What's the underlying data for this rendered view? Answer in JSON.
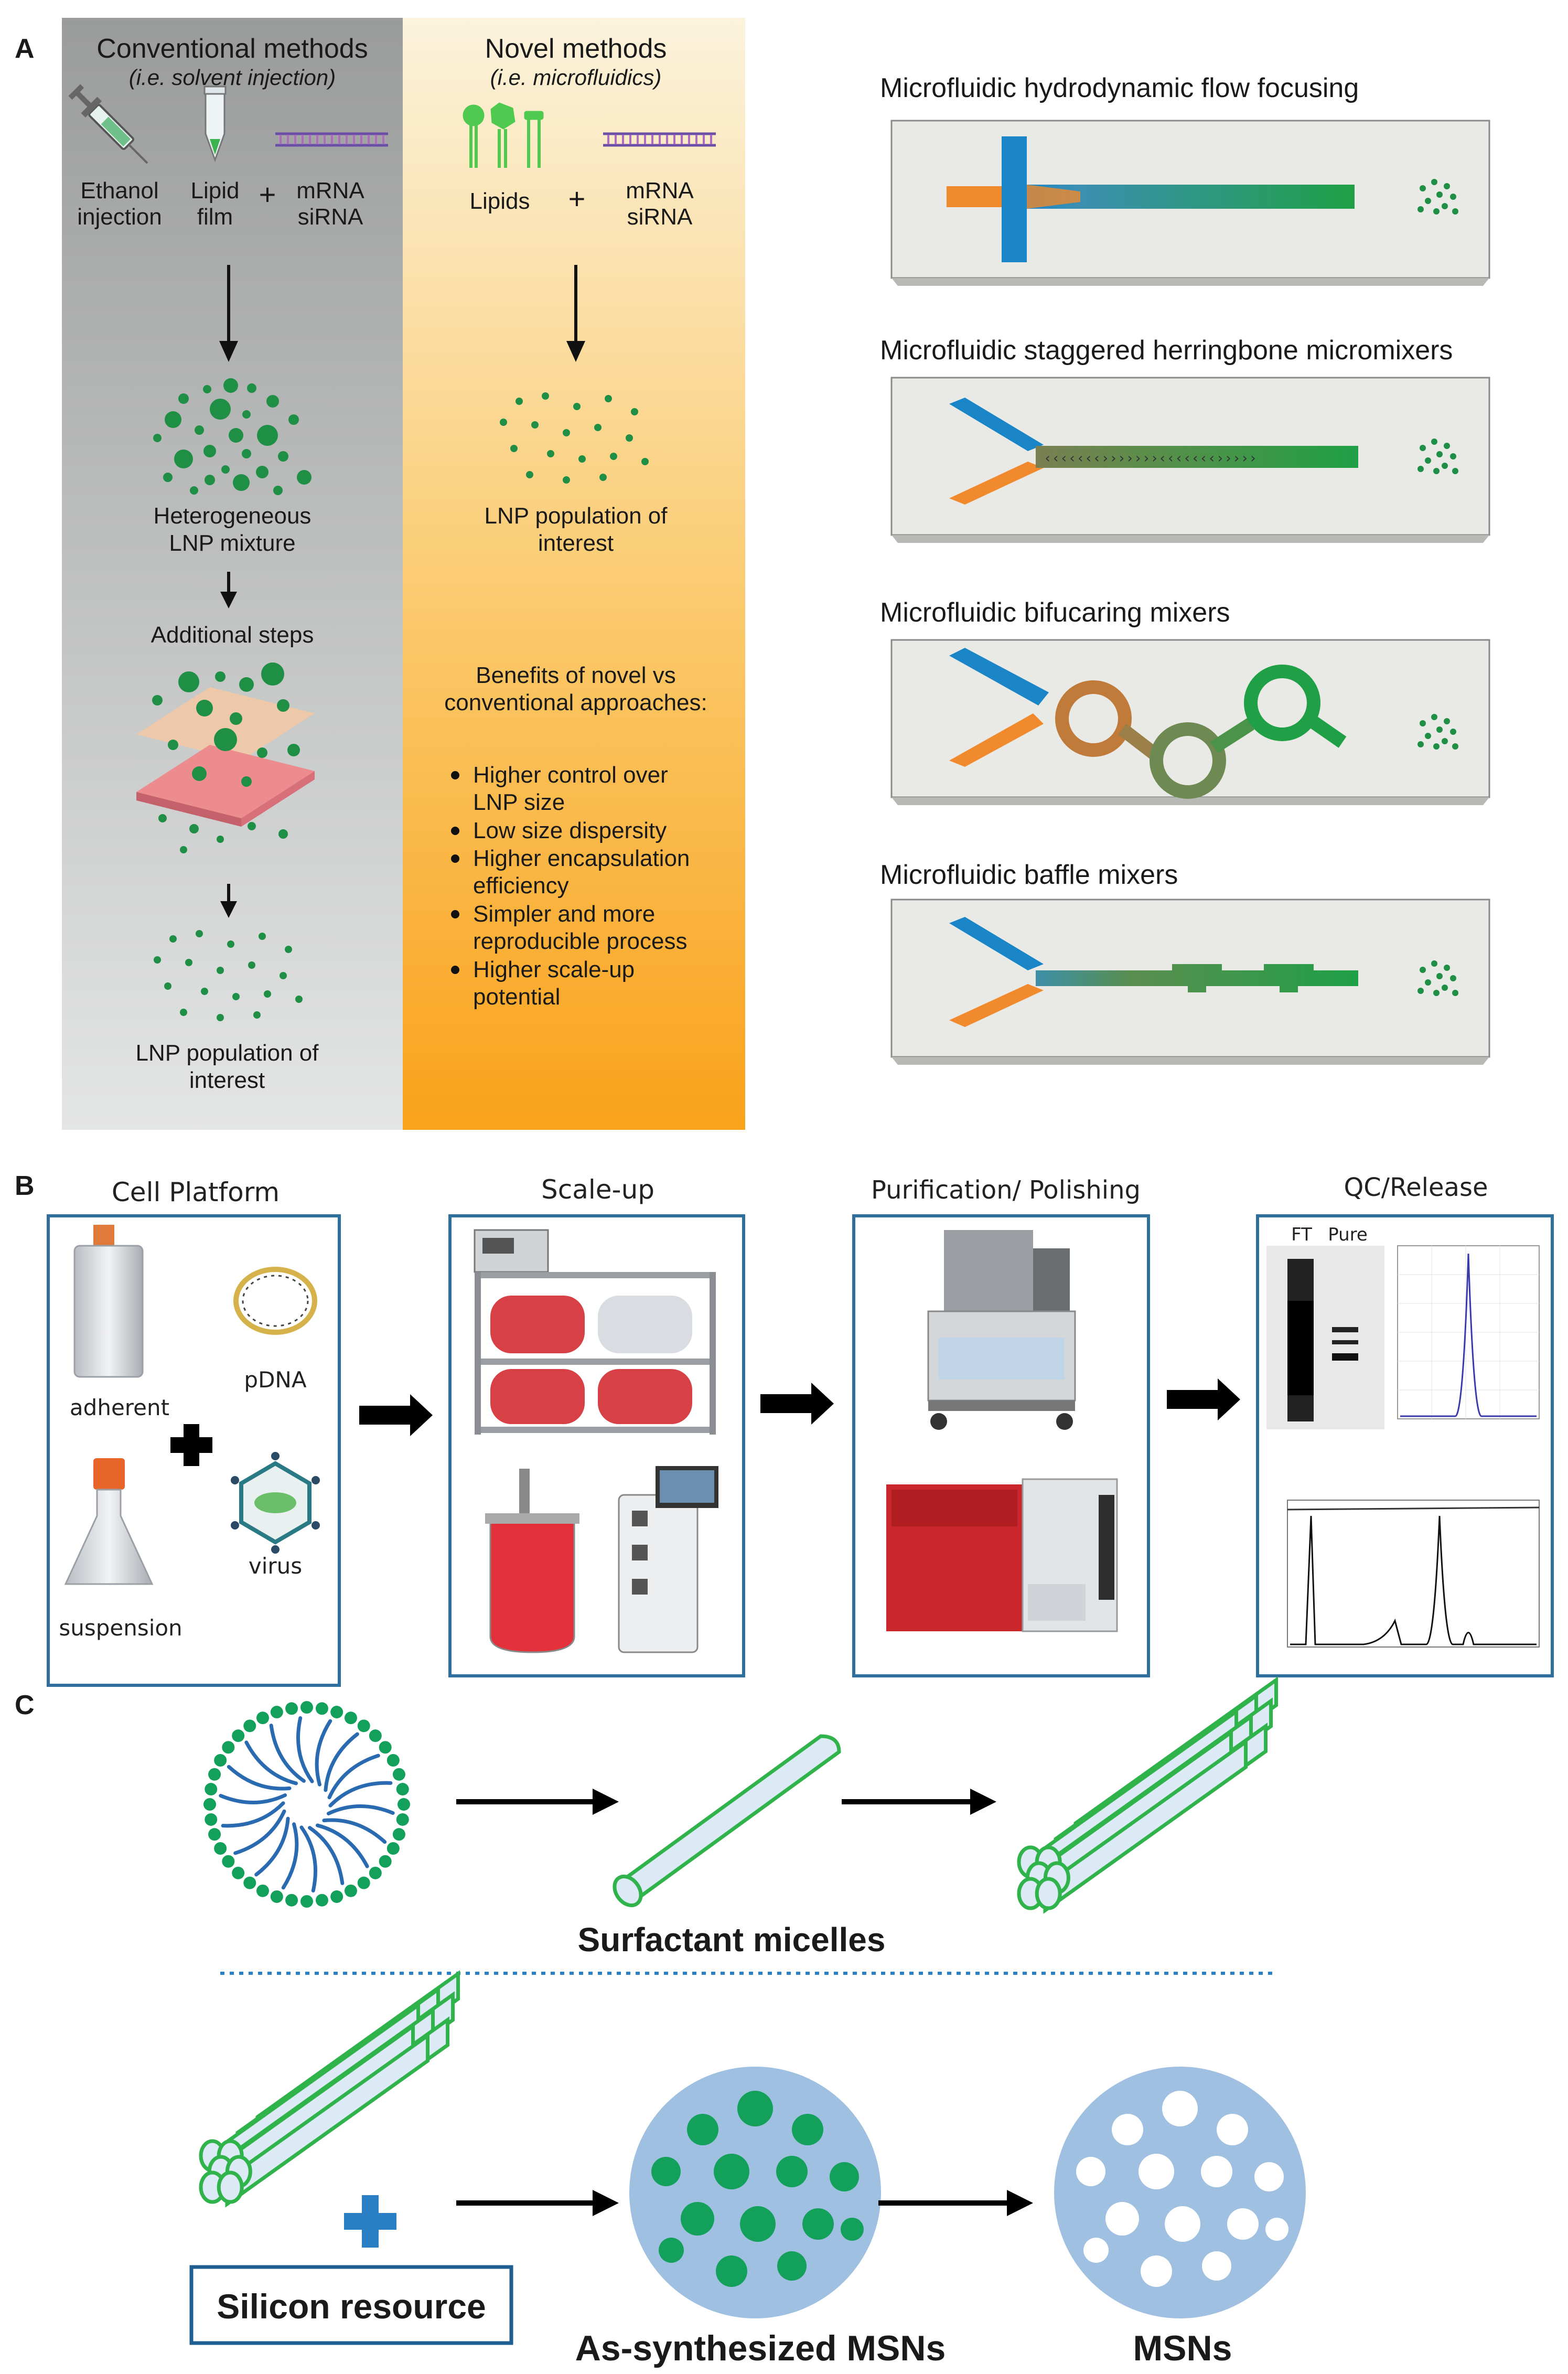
{
  "panels": {
    "a": "A",
    "b": "B",
    "c": "C"
  },
  "panelA": {
    "conventional": {
      "title": "Conventional methods",
      "subtitle": "(i.e. solvent injection)",
      "item1": [
        "Ethanol",
        "injection"
      ],
      "item2": [
        "Lipid",
        "film"
      ],
      "plus": "+",
      "item3": [
        "mRNA",
        "siRNA"
      ],
      "result1": [
        "Heterogeneous",
        "LNP mixture"
      ],
      "step": "Additional steps",
      "result2": [
        "LNP population of",
        "interest"
      ]
    },
    "novel": {
      "title": "Novel methods",
      "subtitle": "(i.e. microfluidics)",
      "item1": "Lipids",
      "plus": "+",
      "item2": [
        "mRNA",
        "siRNA"
      ],
      "result": [
        "LNP population of",
        "interest"
      ],
      "benefits_title": [
        "Benefits of novel vs",
        "conventional approaches:"
      ],
      "benefits": [
        [
          "Higher control over",
          "LNP size"
        ],
        [
          "Low size dispersity"
        ],
        [
          "Higher encapsulation",
          "efficiency"
        ],
        [
          "Simpler and more",
          "reproducible process"
        ],
        [
          "Higher scale-up",
          "potential"
        ]
      ]
    },
    "mixers": [
      "Microfluidic hydrodynamic flow focusing",
      "Microfluidic staggered herringbone micromixers",
      "Microfluidic bifucaring mixers",
      "Microfluidic baffle mixers"
    ],
    "colors": {
      "gray_top": "#9a9b9b",
      "gray_bottom": "#e4e5e5",
      "orange_top": "#fbf3dd",
      "orange_bottom": "#f9a21b",
      "stream_blue": "#1a86c8",
      "stream_orange": "#f08a2c",
      "particle_green": "#1e9a4b"
    }
  },
  "panelB": {
    "stages": [
      "Cell Platform",
      "Scale-up",
      "Purification/ Polishing",
      "QC/Release"
    ],
    "labels": {
      "adherent": "adherent",
      "pdna": "pDNA",
      "suspension": "suspension",
      "virus": "virus",
      "ft": "FT",
      "pure": "Pure"
    },
    "box_color": "#2f6f9e"
  },
  "panelC": {
    "micelles": "Surfactant micelles",
    "silicon": "Silicon resource",
    "as_synth": "As-synthesized MSNs",
    "msns": "MSNs",
    "colors": {
      "tube_fill": "#dbeaf5",
      "tube_stroke": "#2fb34a",
      "sphere_fill": "#9fc0e0",
      "pore_green": "#12a05a",
      "plus_blue": "#2a7fc4",
      "dot_line": "#2a7fc4"
    }
  }
}
